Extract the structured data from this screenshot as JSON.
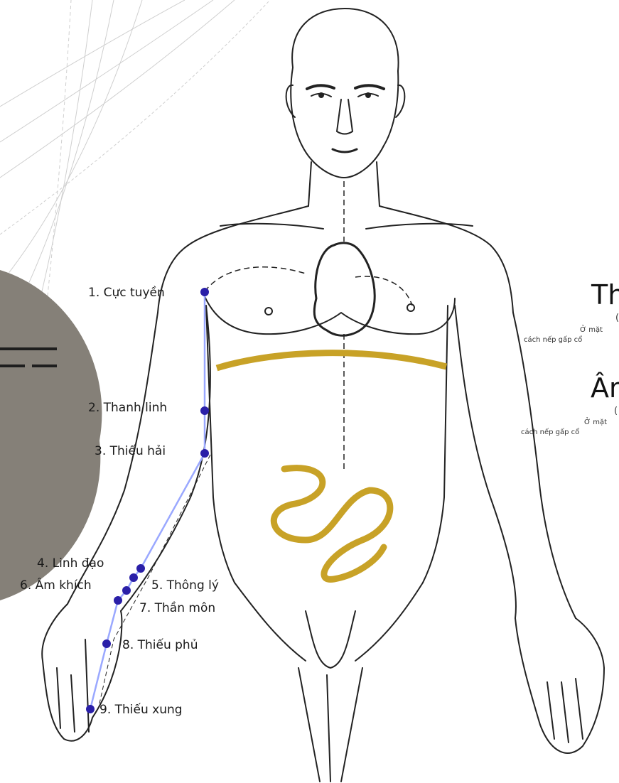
{
  "points": [
    {
      "id": 1,
      "label": "1. Cực tuyền"
    },
    {
      "id": 2,
      "label": "2. Thanh linh"
    },
    {
      "id": 3,
      "label": "3. Thiếu hải"
    },
    {
      "id": 4,
      "label": "4. Linh đạo"
    },
    {
      "id": 5,
      "label": "5. Thông lý"
    },
    {
      "id": 6,
      "label": "6. Âm khích"
    },
    {
      "id": 7,
      "label": "7. Thần môn"
    },
    {
      "id": 8,
      "label": "8. Thiếu phủ"
    },
    {
      "id": 9,
      "label": "9. Thiếu xung"
    }
  ],
  "side_panel": {
    "title_1": "Th",
    "paren_1": "(",
    "desc_1a": "Ở mặt",
    "desc_1b": "cách nếp gấp cổ",
    "title_2": "Âm",
    "paren_2": "(",
    "desc_2a": "Ở mặt",
    "desc_2b": "cách nếp gấp cổ"
  },
  "colors": {
    "point": "#2a1fa8",
    "meridian_line": "#9aa8ff",
    "outline": "#222222",
    "gold": "#c8a227",
    "disc": "#858078"
  }
}
